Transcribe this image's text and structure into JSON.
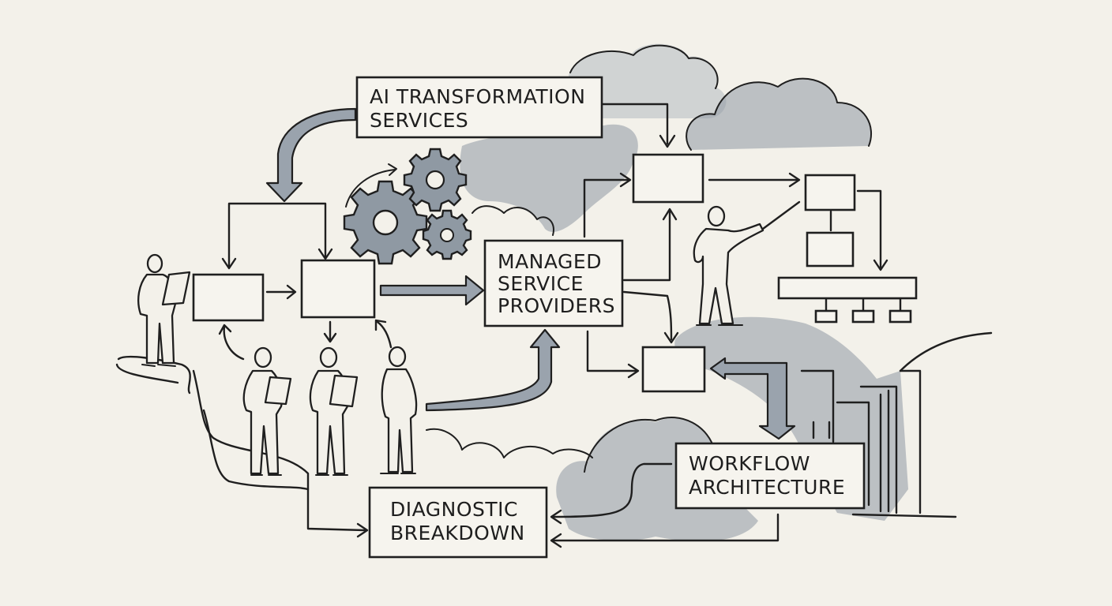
{
  "labels": {
    "ai_transformation_line1": "AI TRANSFORMATION",
    "ai_transformation_line2": "SERVICES",
    "managed_line1": "MANAGED",
    "managed_line2": "SERVICE",
    "managed_line3": "PROVIDERS",
    "workflow_line1": "WORKFLOW",
    "workflow_line2": "ARCHITECTURE",
    "diagnostic_line1": "DIAGNOSTIC",
    "diagnostic_line2": "BREAKDOWN"
  },
  "colors": {
    "paper": "#f3f1ea",
    "ink": "#1f1f1f",
    "wash": "#8e98a3"
  }
}
